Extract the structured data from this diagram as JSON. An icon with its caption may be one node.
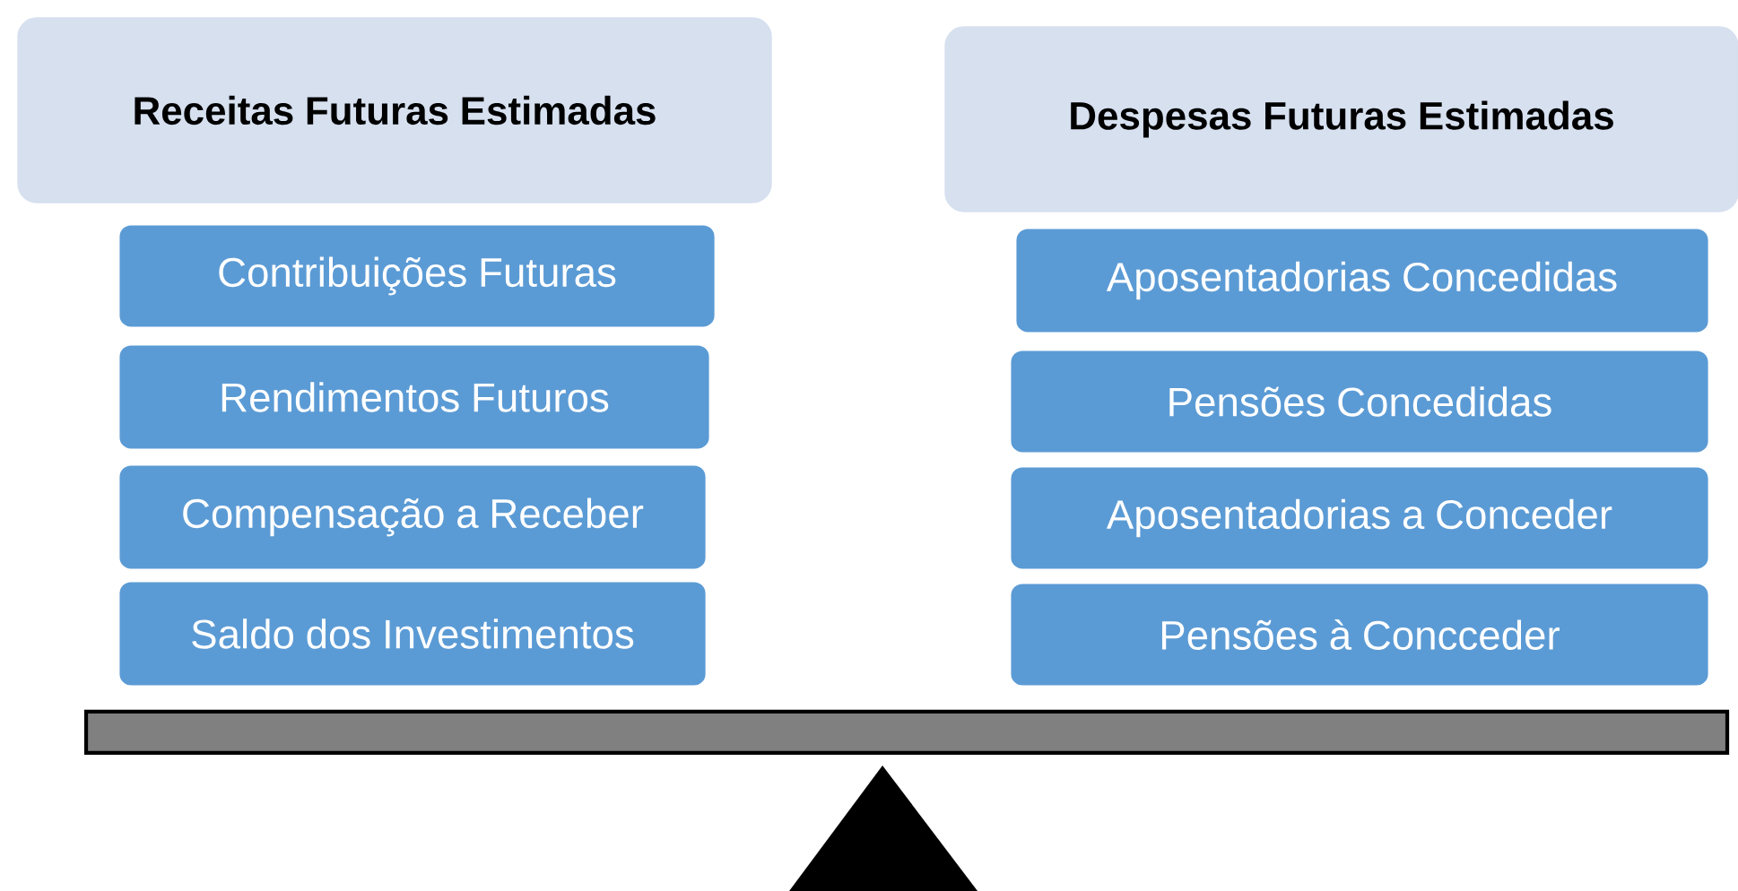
{
  "diagram": {
    "nodes": [
      {
        "text": [
          "Receitas Futuras Estimadas"
        ]
      },
      {
        "text": [
          "Despesas Futuras Estimadas"
        ]
      },
      {
        "text": [
          "Contribuições Futuras"
        ]
      },
      {
        "text": [
          "Rendimentos Futuros"
        ]
      },
      {
        "text": [
          "Compensação a Receber"
        ]
      },
      {
        "text": [
          "Saldo dos Investimentos"
        ]
      },
      {
        "text": [
          "Aposentadorias Concedidas"
        ]
      },
      {
        "text": [
          "Pensões Concedidas"
        ]
      },
      {
        "text": [
          "Aposentadorias a Conceder"
        ]
      },
      {
        "text": [
          "Pensões à Concceder"
        ]
      }
    ]
  }
}
